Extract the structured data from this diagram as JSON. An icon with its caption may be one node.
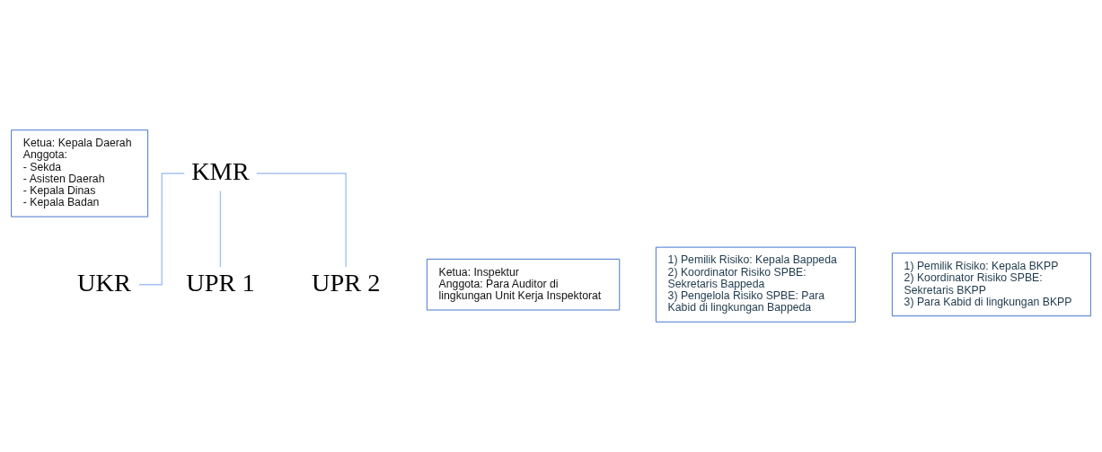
{
  "diagram": {
    "nodes": [
      {
        "text": [
          "Ketua: Kepala Daerah",
          "Anggota:",
          "- Sekda",
          "- Asisten Daerah",
          "- Kepala Dinas",
          "- Kepala Badan"
        ]
      },
      {
        "text": [
          "KMR"
        ]
      },
      {
        "text": [
          "Ketua: Inspektur",
          "Anggota: Para Auditor di lingkungan Unit Kerja Inspektorat"
        ]
      },
      {
        "text": [
          "UKR"
        ]
      },
      {
        "text": [
          "1) Pemilik Risiko: Kepala Bappeda",
          "2) Koordinator Risiko SPBE: Sekretaris Bappeda",
          "3) Pengelola Risiko SPBE: Para Kabid di lingkungan Bappeda"
        ]
      },
      {
        "text": [
          "1) Pemilik Risiko: Kepala BKPP",
          "2) Koordinator Risiko SPBE: Sekretaris BKPP",
          "3) Para Kabid di lingkungan BKPP"
        ]
      },
      {
        "text": [
          "UPR 1"
        ]
      },
      {
        "text": [
          "UPR 2"
        ]
      }
    ],
    "edges": [
      {
        "from": 1,
        "to": 3,
        "arrow": "none"
      },
      {
        "from": 1,
        "to": 6,
        "arrow": "none"
      },
      {
        "from": 1,
        "to": 7,
        "arrow": "none"
      }
    ]
  }
}
